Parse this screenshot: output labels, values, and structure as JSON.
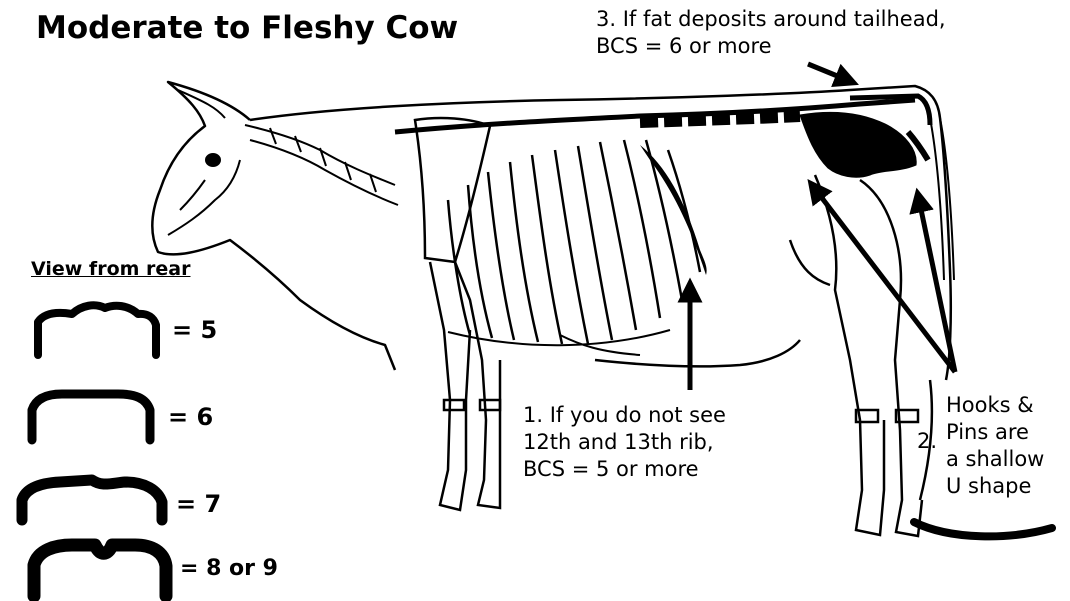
{
  "title": "Moderate to Fleshy Cow",
  "annotations": {
    "tailhead": "3. If fat deposits around tailhead,\nBCS = 6 or more",
    "ribs": "1. If you do not see\n12th and 13th rib,\nBCS = 5 or more",
    "hooks_number": "2.",
    "hooks": "Hooks &\nPins are\na shallow\nU shape"
  },
  "rear_view": {
    "heading": "View from rear",
    "scores": [
      "= 5",
      "= 6",
      "= 7",
      "= 8 or 9"
    ]
  }
}
